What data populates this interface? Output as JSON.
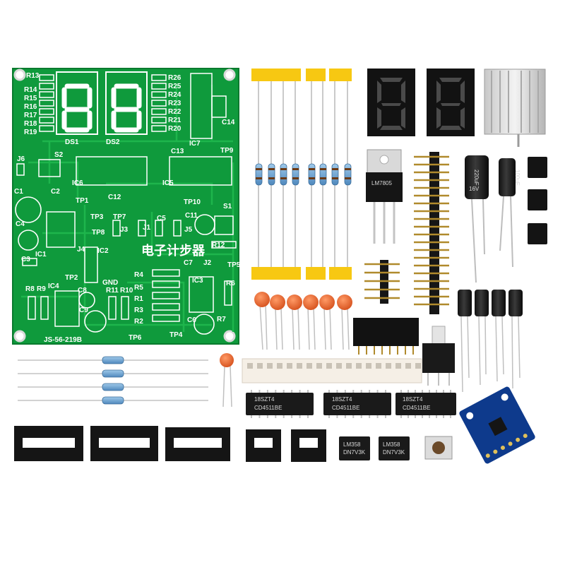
{
  "board": {
    "title": "电子计步器",
    "model": "JS-56-219B",
    "labels": {
      "r13": "R13",
      "r14": "R14",
      "r15": "R15",
      "r16": "R16",
      "r17": "R17",
      "r18": "R18",
      "r19": "R19",
      "r26": "R26",
      "r25": "R25",
      "r24": "R24",
      "r23": "R23",
      "r22": "R22",
      "r21": "R21",
      "r20": "R20",
      "ds1": "DS1",
      "ds2": "DS2",
      "ic7": "IC7",
      "c14": "C14",
      "c13": "C13",
      "tp9": "TP9",
      "j6": "J6",
      "s2": "S2",
      "ic6": "IC6",
      "ic5": "IC5",
      "c1": "C1",
      "c2": "C2",
      "tp1": "TP1",
      "c12": "C12",
      "tp10": "TP10",
      "s1": "S1",
      "c4": "C4",
      "tp3": "TP3",
      "tp7": "TP7",
      "tp8": "TP8",
      "j3": "J3",
      "j1": "J1",
      "c5": "C5",
      "j5": "J5",
      "c11": "C11",
      "ic1": "IC1",
      "j4": "J4",
      "ic2": "IC2",
      "r12": "R12",
      "c3": "C3",
      "tp2": "TP2",
      "gnd": "GND",
      "c7": "C7",
      "j2": "J2",
      "tp5": "TP5",
      "r4": "R4",
      "r5": "R5",
      "r1": "R1",
      "r3": "R3",
      "r2": "R2",
      "ic3": "IC3",
      "r6": "R6",
      "r8": "R8",
      "r9": "R9",
      "ic4": "IC4",
      "c8": "C8",
      "r11": "R11",
      "r10": "R10",
      "c9": "C9",
      "c6": "C6",
      "r7": "R7",
      "tp6": "TP6",
      "tp4": "TP4"
    }
  },
  "components": {
    "capacitor_220": "220uF",
    "capacitor_220_v": "16V",
    "capacitor_100": "100uF",
    "regulator": "LM7805",
    "driver_chip": "CD4511BE",
    "driver_prefix": "18SZT4",
    "opamp_chip": "LM358",
    "opamp_sub": "DN7V3K"
  },
  "colors": {
    "pcb": "#0f9a3c",
    "silkscreen": "#ffffff",
    "tape": "#f7c812",
    "ceramic_cap": "#e8672a"
  }
}
